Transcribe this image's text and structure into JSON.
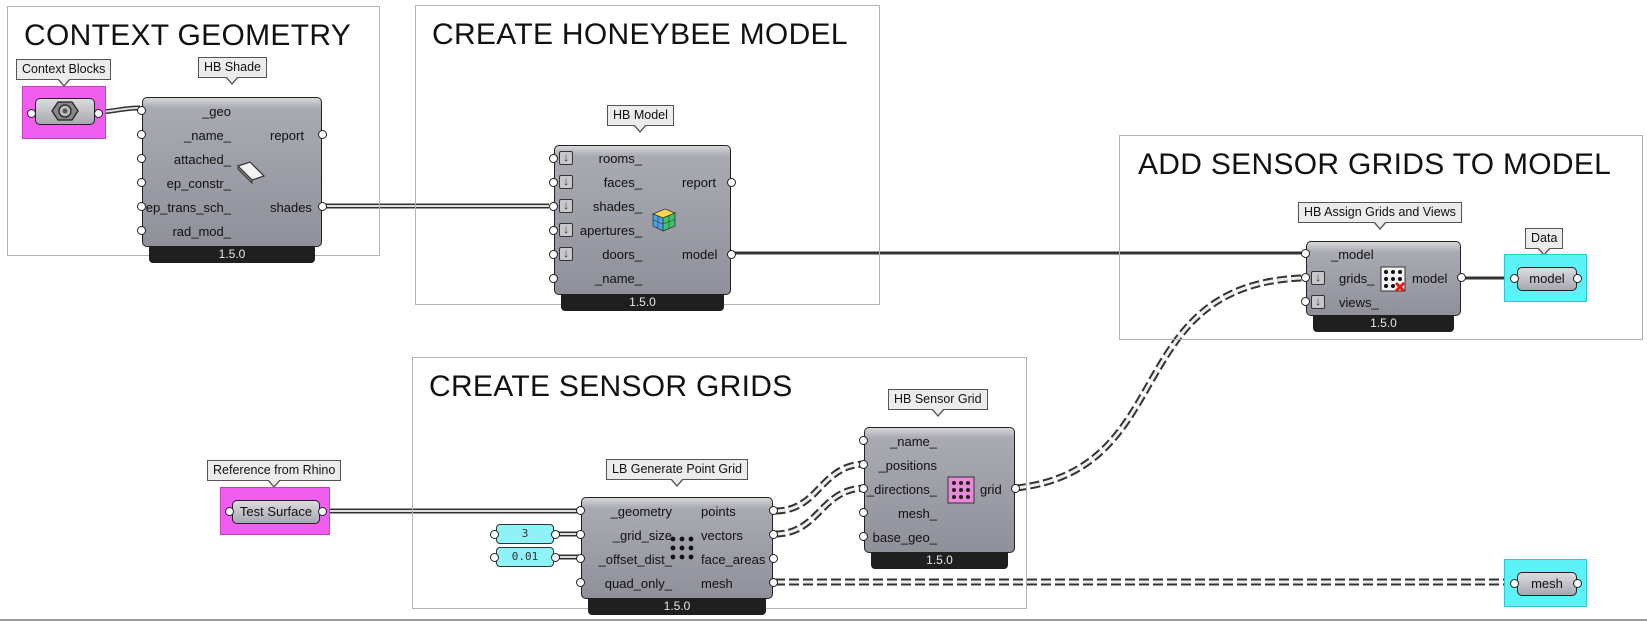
{
  "groups": {
    "context": "CONTEXT GEOMETRY",
    "model": "CREATE HONEYBEE MODEL",
    "grids_add": "ADD SENSOR GRIDS TO MODEL",
    "sensor": "CREATE SENSOR GRIDS"
  },
  "labels": {
    "context_blocks": "Context Blocks",
    "hb_shade": "HB Shade",
    "hb_model": "HB Model",
    "hb_assign": "HB Assign Grids and Views",
    "data": "Data",
    "hb_sensor_grid": "HB Sensor Grid",
    "lb_point_grid": "LB Generate Point Grid",
    "reference_rhino": "Reference from Rhino"
  },
  "version": "1.5.0",
  "hb_shade": {
    "inputs": [
      "_geo",
      "_name_",
      "attached_",
      "ep_constr_",
      "ep_trans_sch_",
      "rad_mod_"
    ],
    "outputs": [
      "report",
      "shades"
    ]
  },
  "hb_model": {
    "inputs": [
      "rooms_",
      "faces_",
      "shades_",
      "apertures_",
      "doors_",
      "_name_"
    ],
    "outputs": [
      "report",
      "model"
    ]
  },
  "hb_assign": {
    "inputs": [
      "_model",
      "grids_",
      "views_"
    ],
    "outputs": [
      "model"
    ]
  },
  "hb_sensor": {
    "inputs": [
      "_name_",
      "_positions",
      "_directions_",
      "mesh_",
      "base_geo_"
    ],
    "outputs": [
      "grid"
    ]
  },
  "lb_grid": {
    "inputs": [
      "_geometry",
      "_grid_size",
      "_offset_dist_",
      "quad_only_"
    ],
    "outputs": [
      "points",
      "vectors",
      "face_areas",
      "mesh"
    ]
  },
  "params": {
    "test_surface": "Test Surface",
    "grid_size_value": "3",
    "offset_value": "0.01",
    "data_model": "model",
    "data_mesh": "mesh"
  },
  "colors": {
    "pink_param": "#f05ef0",
    "cyan_param": "#5cf2f8",
    "component_body": "#9c9da6",
    "version_bar": "#1f1f1f"
  },
  "icons": {
    "context": "honeycomb-nut-icon",
    "shade": "shade-panel-icon",
    "model": "colored-cube-icon",
    "assign": "sensor-dots-icon",
    "sensor_grid": "pink-dot-grid-icon",
    "point_grid": "black-dot-grid-icon"
  }
}
